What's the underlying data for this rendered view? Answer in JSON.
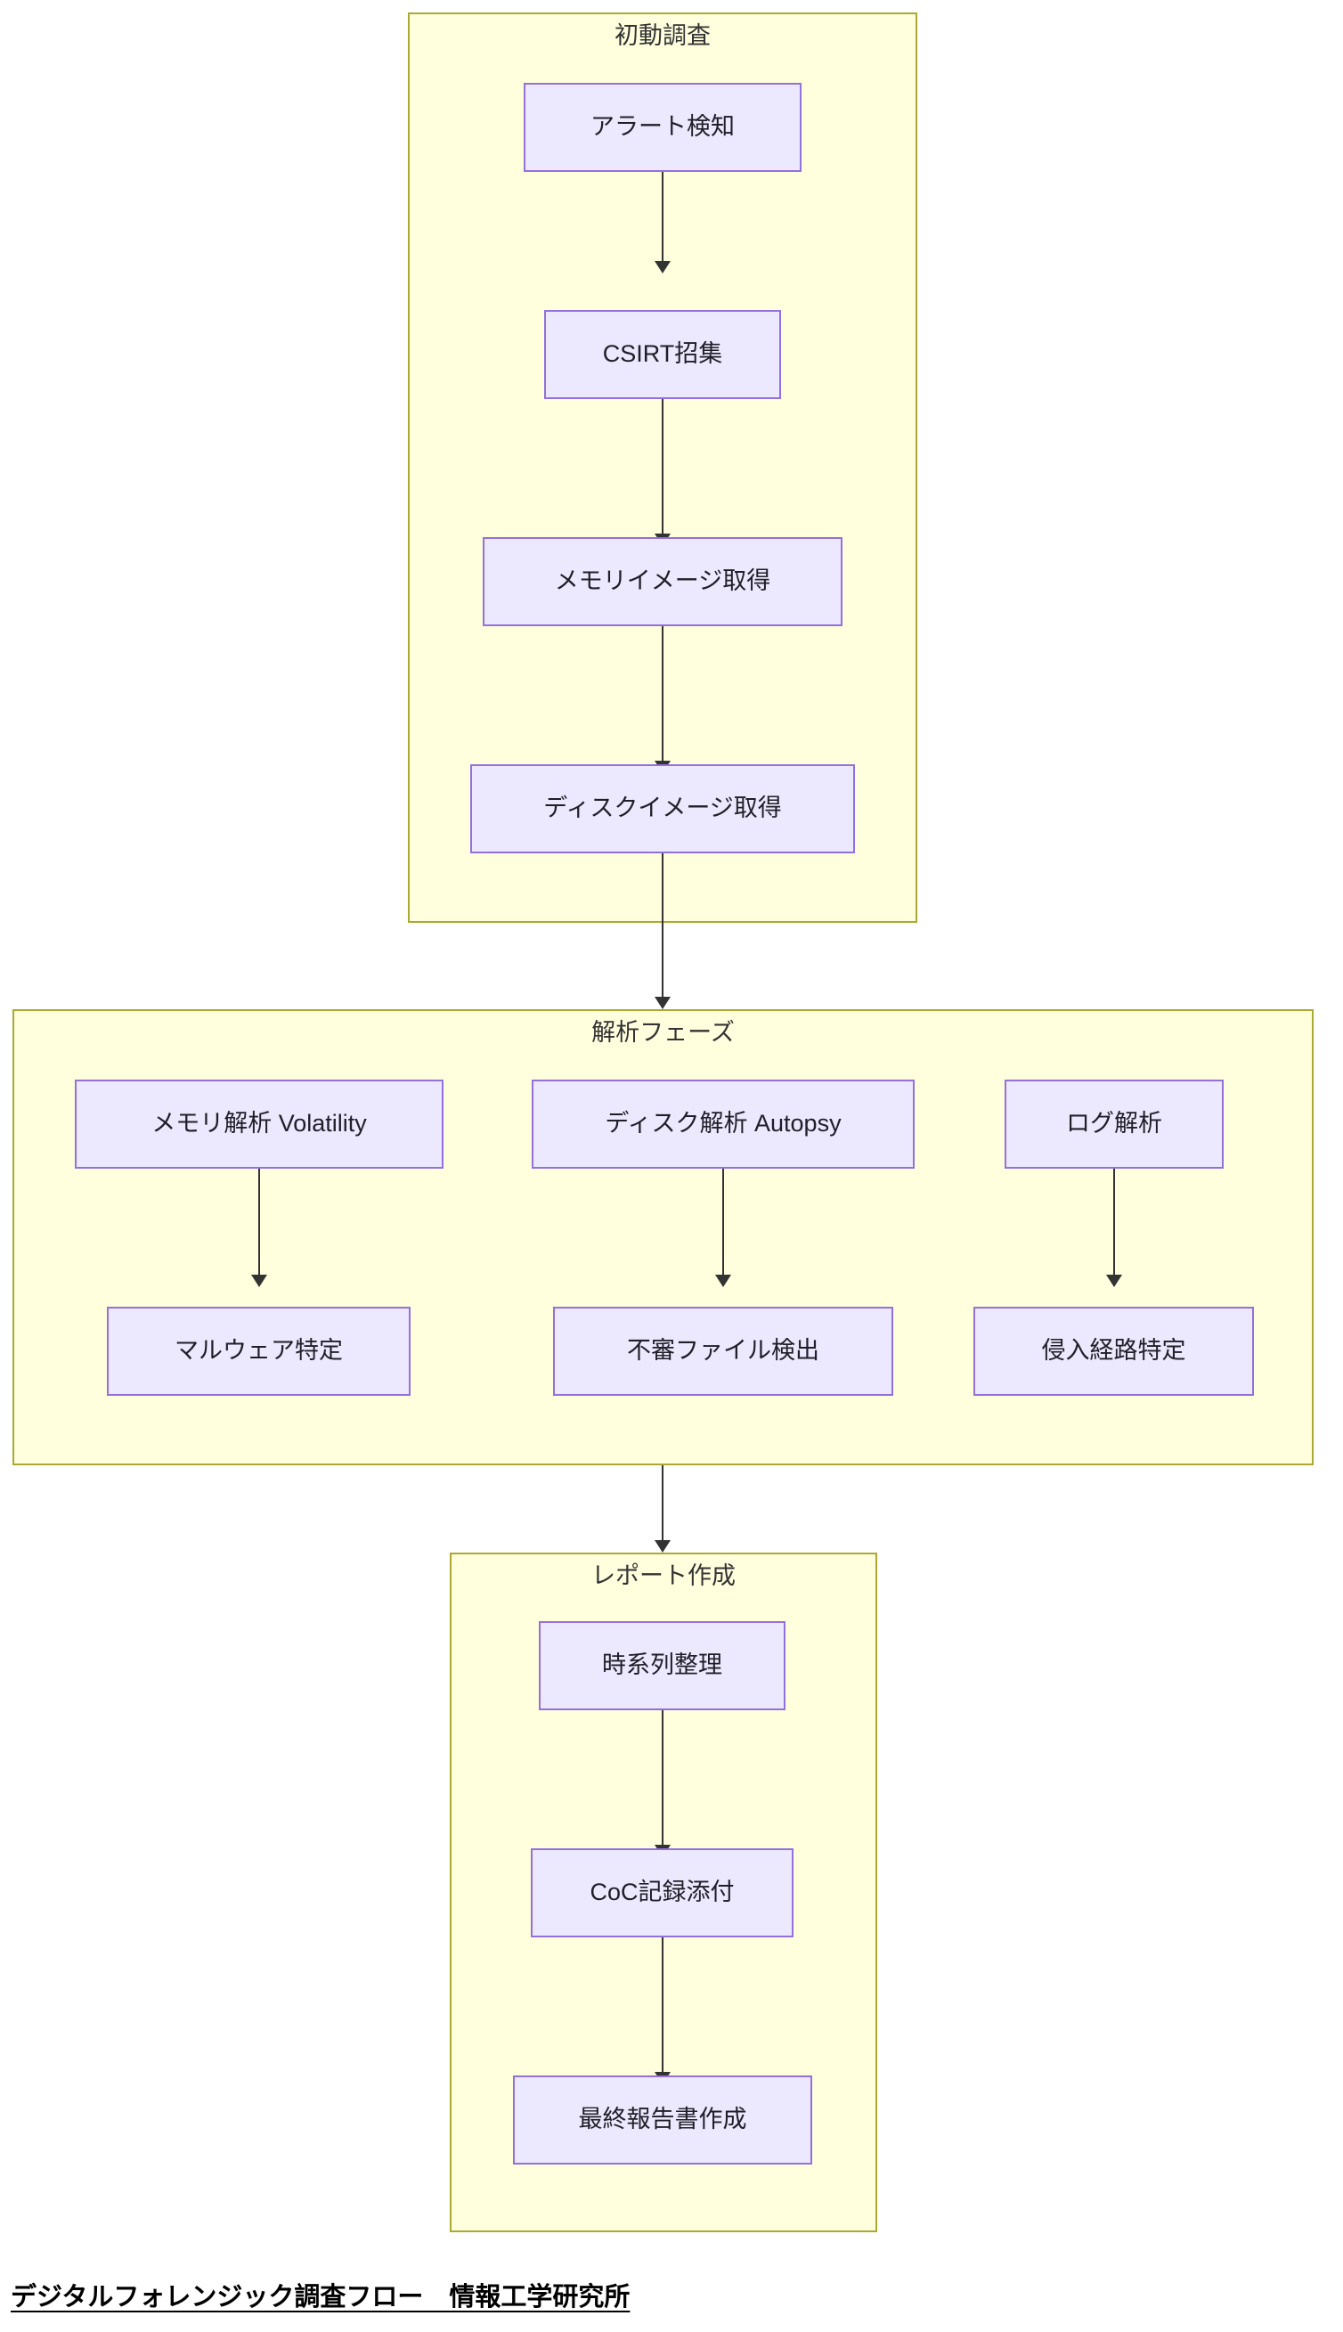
{
  "diagram": {
    "title": "デジタルフォレンジック調査フロー　情報工学研究所",
    "type": "flowchart",
    "direction": "top-down",
    "colors": {
      "cluster_fill": "#ffffde",
      "cluster_stroke": "#aaaa33",
      "node_fill": "#ece8fd",
      "node_stroke": "#9370db",
      "edge_stroke": "#333333",
      "text": "#1f1f28",
      "background": "#ffffff"
    },
    "clusters": [
      {
        "id": "cluster-initial-investigation",
        "label": "初動調査",
        "nodes": [
          {
            "id": "alert-detection",
            "label": "アラート検知"
          },
          {
            "id": "csirt-convene",
            "label": "CSIRT招集"
          },
          {
            "id": "memory-image-acquisition",
            "label": "メモリイメージ取得"
          },
          {
            "id": "disk-image-acquisition",
            "label": "ディスクイメージ取得"
          }
        ]
      },
      {
        "id": "cluster-analysis-phase",
        "label": "解析フェーズ",
        "nodes": [
          {
            "id": "memory-analysis-volatility",
            "label": "メモリ解析 Volatility"
          },
          {
            "id": "disk-analysis-autopsy",
            "label": "ディスク解析 Autopsy"
          },
          {
            "id": "log-analysis",
            "label": "ログ解析"
          },
          {
            "id": "malware-identification",
            "label": "マルウェア特定"
          },
          {
            "id": "suspicious-file-detection",
            "label": "不審ファイル検出"
          },
          {
            "id": "intrusion-path-identification",
            "label": "侵入経路特定"
          }
        ]
      },
      {
        "id": "cluster-report-creation",
        "label": "レポート作成",
        "nodes": [
          {
            "id": "timeline-organization",
            "label": "時系列整理"
          },
          {
            "id": "coc-record-attachment",
            "label": "CoC記録添付"
          },
          {
            "id": "final-report-creation",
            "label": "最終報告書作成"
          }
        ]
      }
    ],
    "edges": [
      {
        "from": "alert-detection",
        "to": "csirt-convene"
      },
      {
        "from": "csirt-convene",
        "to": "memory-image-acquisition"
      },
      {
        "from": "memory-image-acquisition",
        "to": "disk-image-acquisition"
      },
      {
        "from": "disk-image-acquisition",
        "to": "cluster-analysis-phase"
      },
      {
        "from": "memory-analysis-volatility",
        "to": "malware-identification"
      },
      {
        "from": "disk-analysis-autopsy",
        "to": "suspicious-file-detection"
      },
      {
        "from": "log-analysis",
        "to": "intrusion-path-identification"
      },
      {
        "from": "cluster-analysis-phase",
        "to": "cluster-report-creation"
      },
      {
        "from": "timeline-organization",
        "to": "coc-record-attachment"
      },
      {
        "from": "coc-record-attachment",
        "to": "final-report-creation"
      }
    ]
  }
}
